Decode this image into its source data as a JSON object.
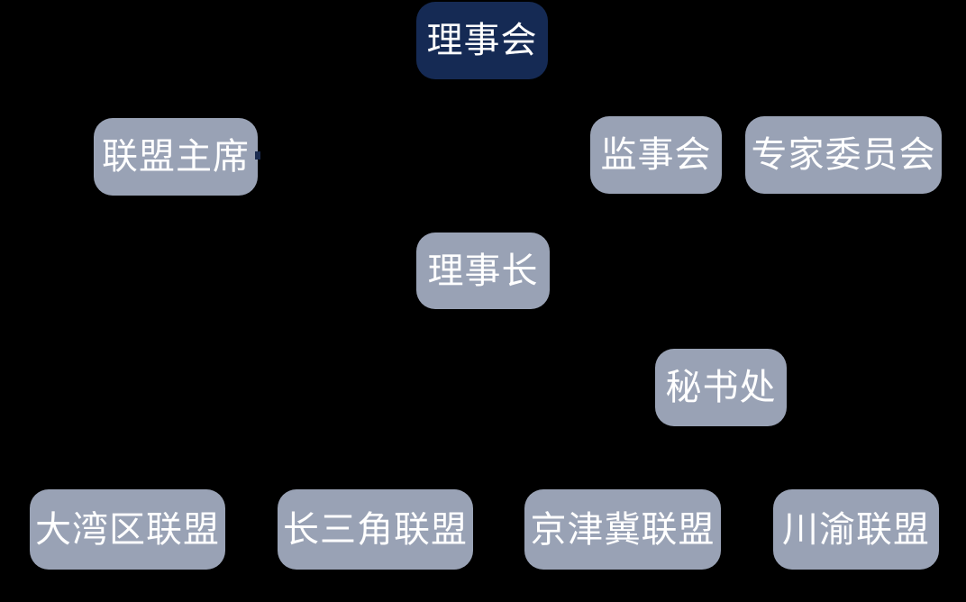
{
  "diagram": {
    "type": "org-chart",
    "colors": {
      "background": "#000000",
      "primary_box": "#152a54",
      "secondary_box": "#99a2b5",
      "text": "#ffffff"
    },
    "nodes": [
      {
        "id": "board",
        "label": "理事会",
        "variant": "primary",
        "row": 1
      },
      {
        "id": "alliance-chairman",
        "label": "联盟主席",
        "variant": "secondary",
        "row": 2
      },
      {
        "id": "supervisory-board",
        "label": "监事会",
        "variant": "secondary",
        "row": 2
      },
      {
        "id": "expert-committee",
        "label": "专家委员会",
        "variant": "secondary",
        "row": 2
      },
      {
        "id": "president",
        "label": "理事长",
        "variant": "secondary",
        "row": 3
      },
      {
        "id": "secretariat",
        "label": "秘书处",
        "variant": "secondary",
        "row": 4
      },
      {
        "id": "greater-bay-area-alliance",
        "label": "大湾区联盟",
        "variant": "secondary",
        "row": 5
      },
      {
        "id": "yangtze-river-delta-alliance",
        "label": "长三角联盟",
        "variant": "secondary",
        "row": 5
      },
      {
        "id": "beijing-tianjin-hebei-alliance",
        "label": "京津冀联盟",
        "variant": "secondary",
        "row": 5
      },
      {
        "id": "sichuan-chongqing-alliance",
        "label": "川渝联盟",
        "variant": "secondary",
        "row": 5
      }
    ]
  }
}
